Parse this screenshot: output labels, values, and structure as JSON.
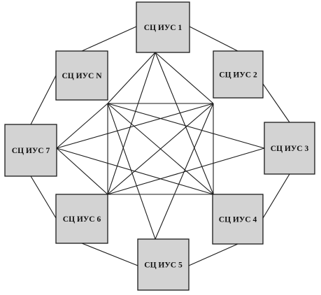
{
  "nodes": [
    {
      "id": "n1",
      "label": "СЦ ИУС 1"
    },
    {
      "id": "n2",
      "label": "СЦ ИУС 2"
    },
    {
      "id": "n3",
      "label": "СЦ ИУС 3"
    },
    {
      "id": "n4",
      "label": "СЦ ИУС 4"
    },
    {
      "id": "n5",
      "label": "СЦ ИУС 5"
    },
    {
      "id": "n6",
      "label": "СЦ ИУС 6"
    },
    {
      "id": "n7",
      "label": "СЦ ИУС 7"
    },
    {
      "id": "nN",
      "label": "СЦ ИУС N"
    }
  ],
  "ring_edges": [
    [
      "n1",
      "n2"
    ],
    [
      "n2",
      "n3"
    ],
    [
      "n3",
      "n4"
    ],
    [
      "n4",
      "n5"
    ],
    [
      "n5",
      "n6"
    ],
    [
      "n6",
      "n7"
    ],
    [
      "n7",
      "nN"
    ],
    [
      "nN",
      "n1"
    ]
  ],
  "mesh_edges": [
    [
      "n1",
      "n6"
    ],
    [
      "n1",
      "n4"
    ],
    [
      "n1",
      "nN"
    ],
    [
      "n1",
      "n2"
    ],
    [
      "n2",
      "n7"
    ],
    [
      "n2",
      "n6"
    ],
    [
      "n2",
      "n5"
    ],
    [
      "n2",
      "nN"
    ],
    [
      "n2",
      "n4"
    ],
    [
      "n3",
      "nN"
    ],
    [
      "n3",
      "n6"
    ],
    [
      "n4",
      "n7"
    ],
    [
      "n4",
      "nN"
    ],
    [
      "n4",
      "n6"
    ],
    [
      "n5",
      "nN"
    ],
    [
      "n6",
      "n7"
    ],
    [
      "n6",
      "nN"
    ],
    [
      "n7",
      "nN"
    ]
  ]
}
